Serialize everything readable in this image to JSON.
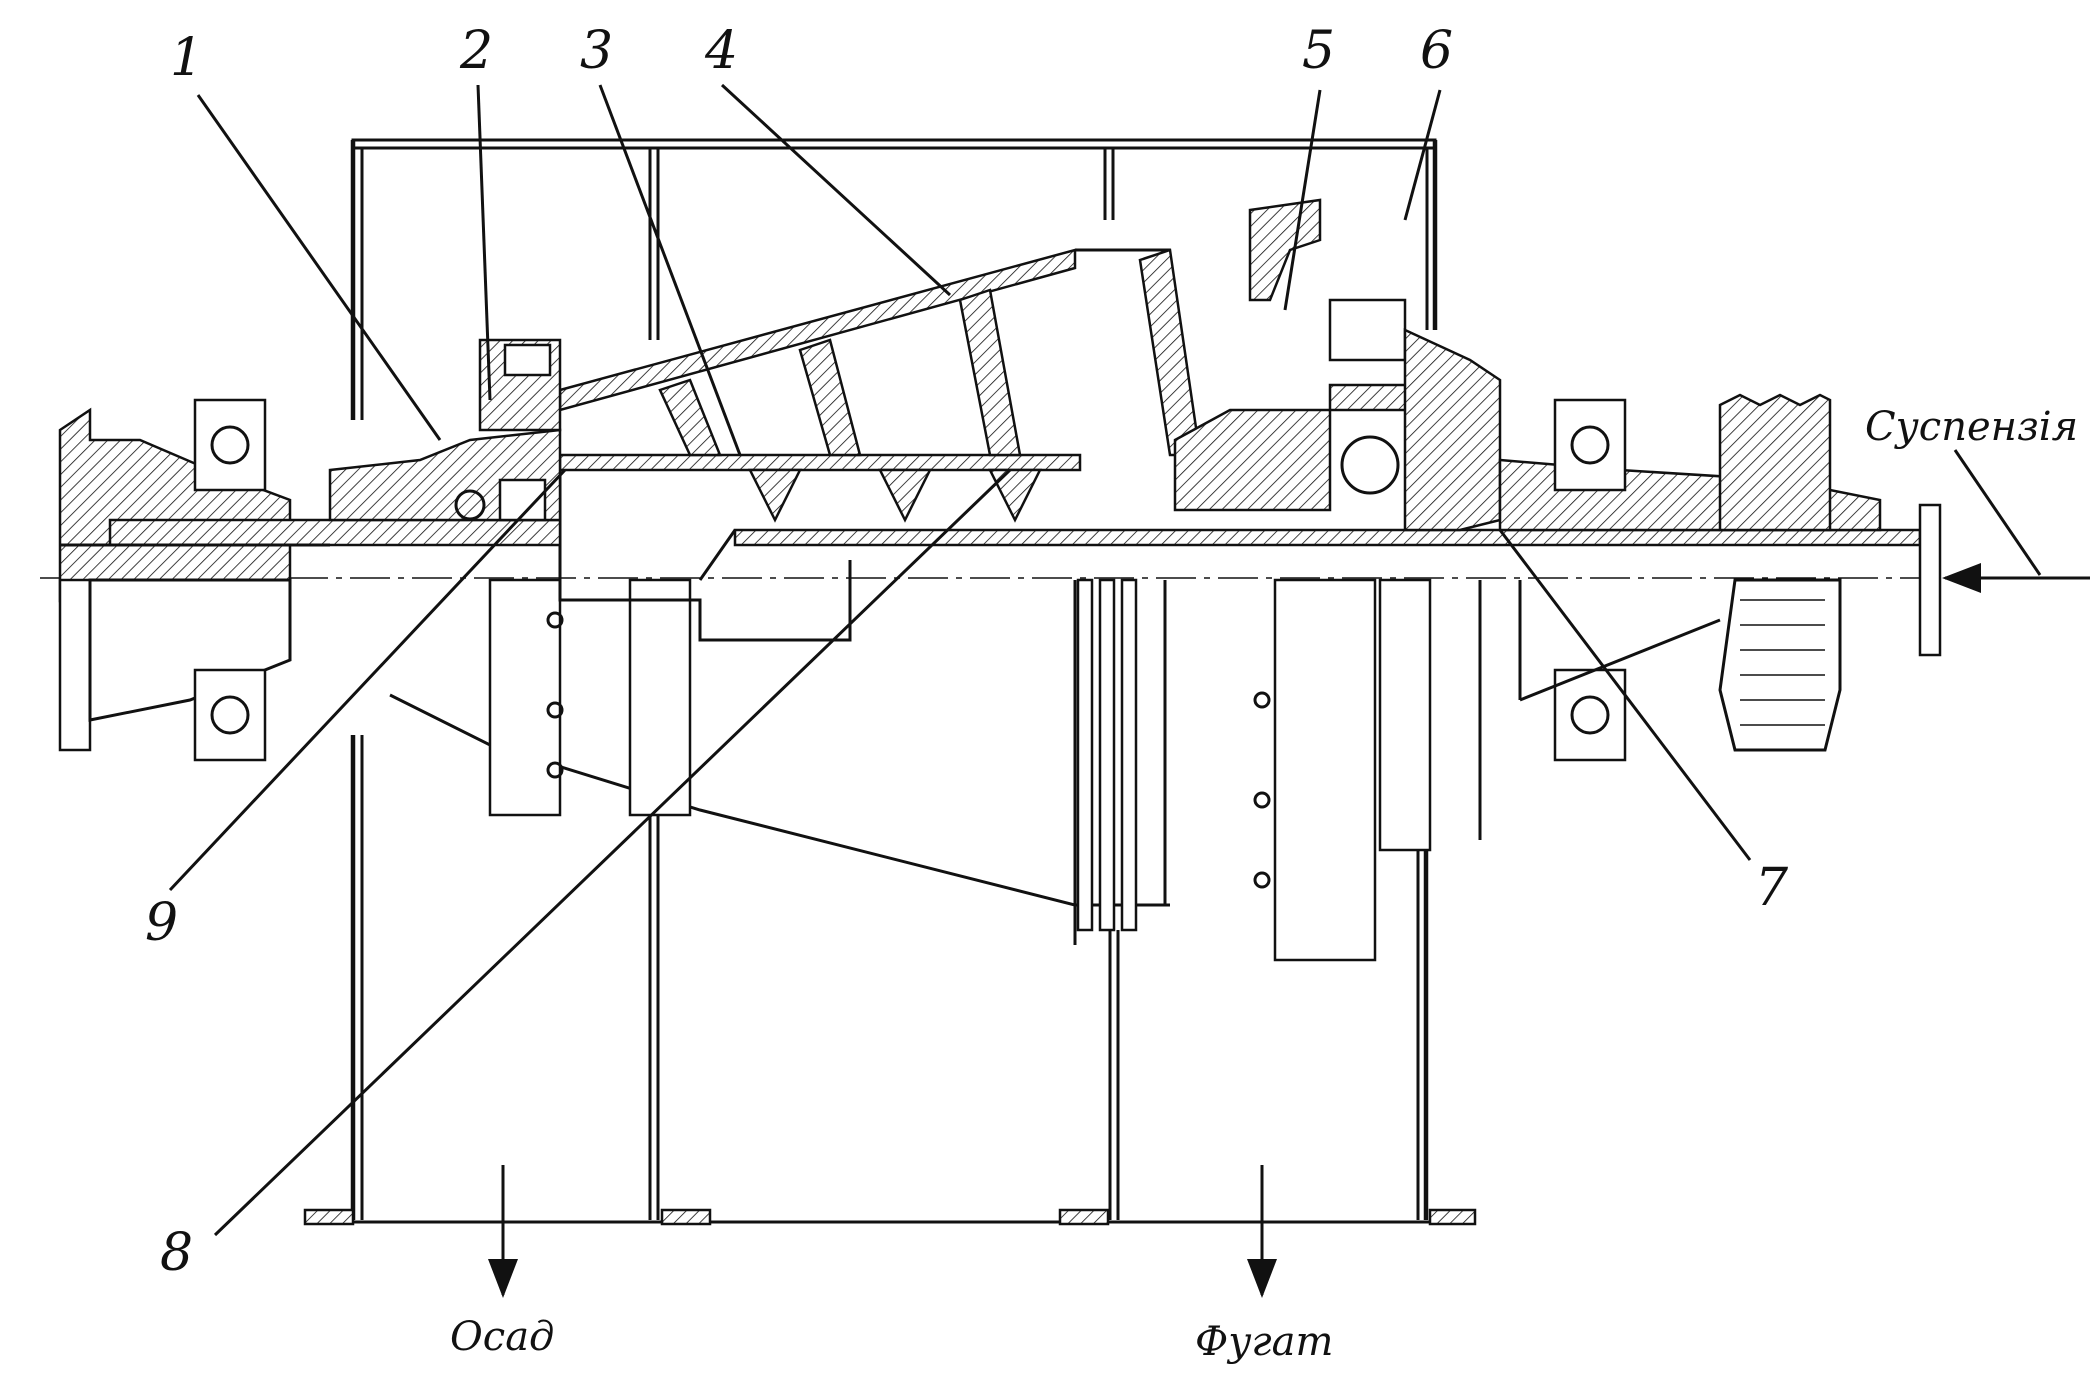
{
  "callouts": {
    "c1": "1",
    "c2": "2",
    "c3": "3",
    "c4": "4",
    "c5": "5",
    "c6": "6",
    "c7": "7",
    "c8": "8",
    "c9": "9"
  },
  "flows": {
    "inlet": "Суспензія",
    "sediment": "Осад",
    "filtrate": "Фугат"
  }
}
